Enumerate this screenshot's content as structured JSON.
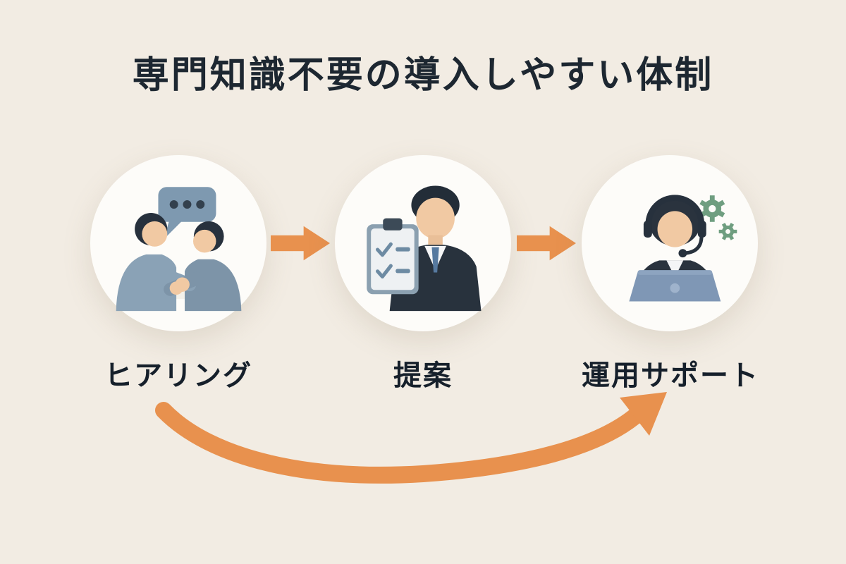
{
  "title": "専門知識不要の導入しやすい体制",
  "steps": [
    {
      "label": "ヒアリング",
      "icon": "handshake-conversation-icon"
    },
    {
      "label": "提案",
      "icon": "proposal-checklist-icon"
    },
    {
      "label": "運用サポート",
      "icon": "support-operator-icon"
    }
  ],
  "arrows": {
    "between_steps": "arrow-right-icon",
    "loop": "curved-loop-arrow-icon"
  },
  "colors": {
    "background": "#f2ece3",
    "accent_orange": "#e8914e",
    "title_text": "#1d2731",
    "label_text": "#16202b",
    "circle_fill": "#fdfcf9"
  }
}
